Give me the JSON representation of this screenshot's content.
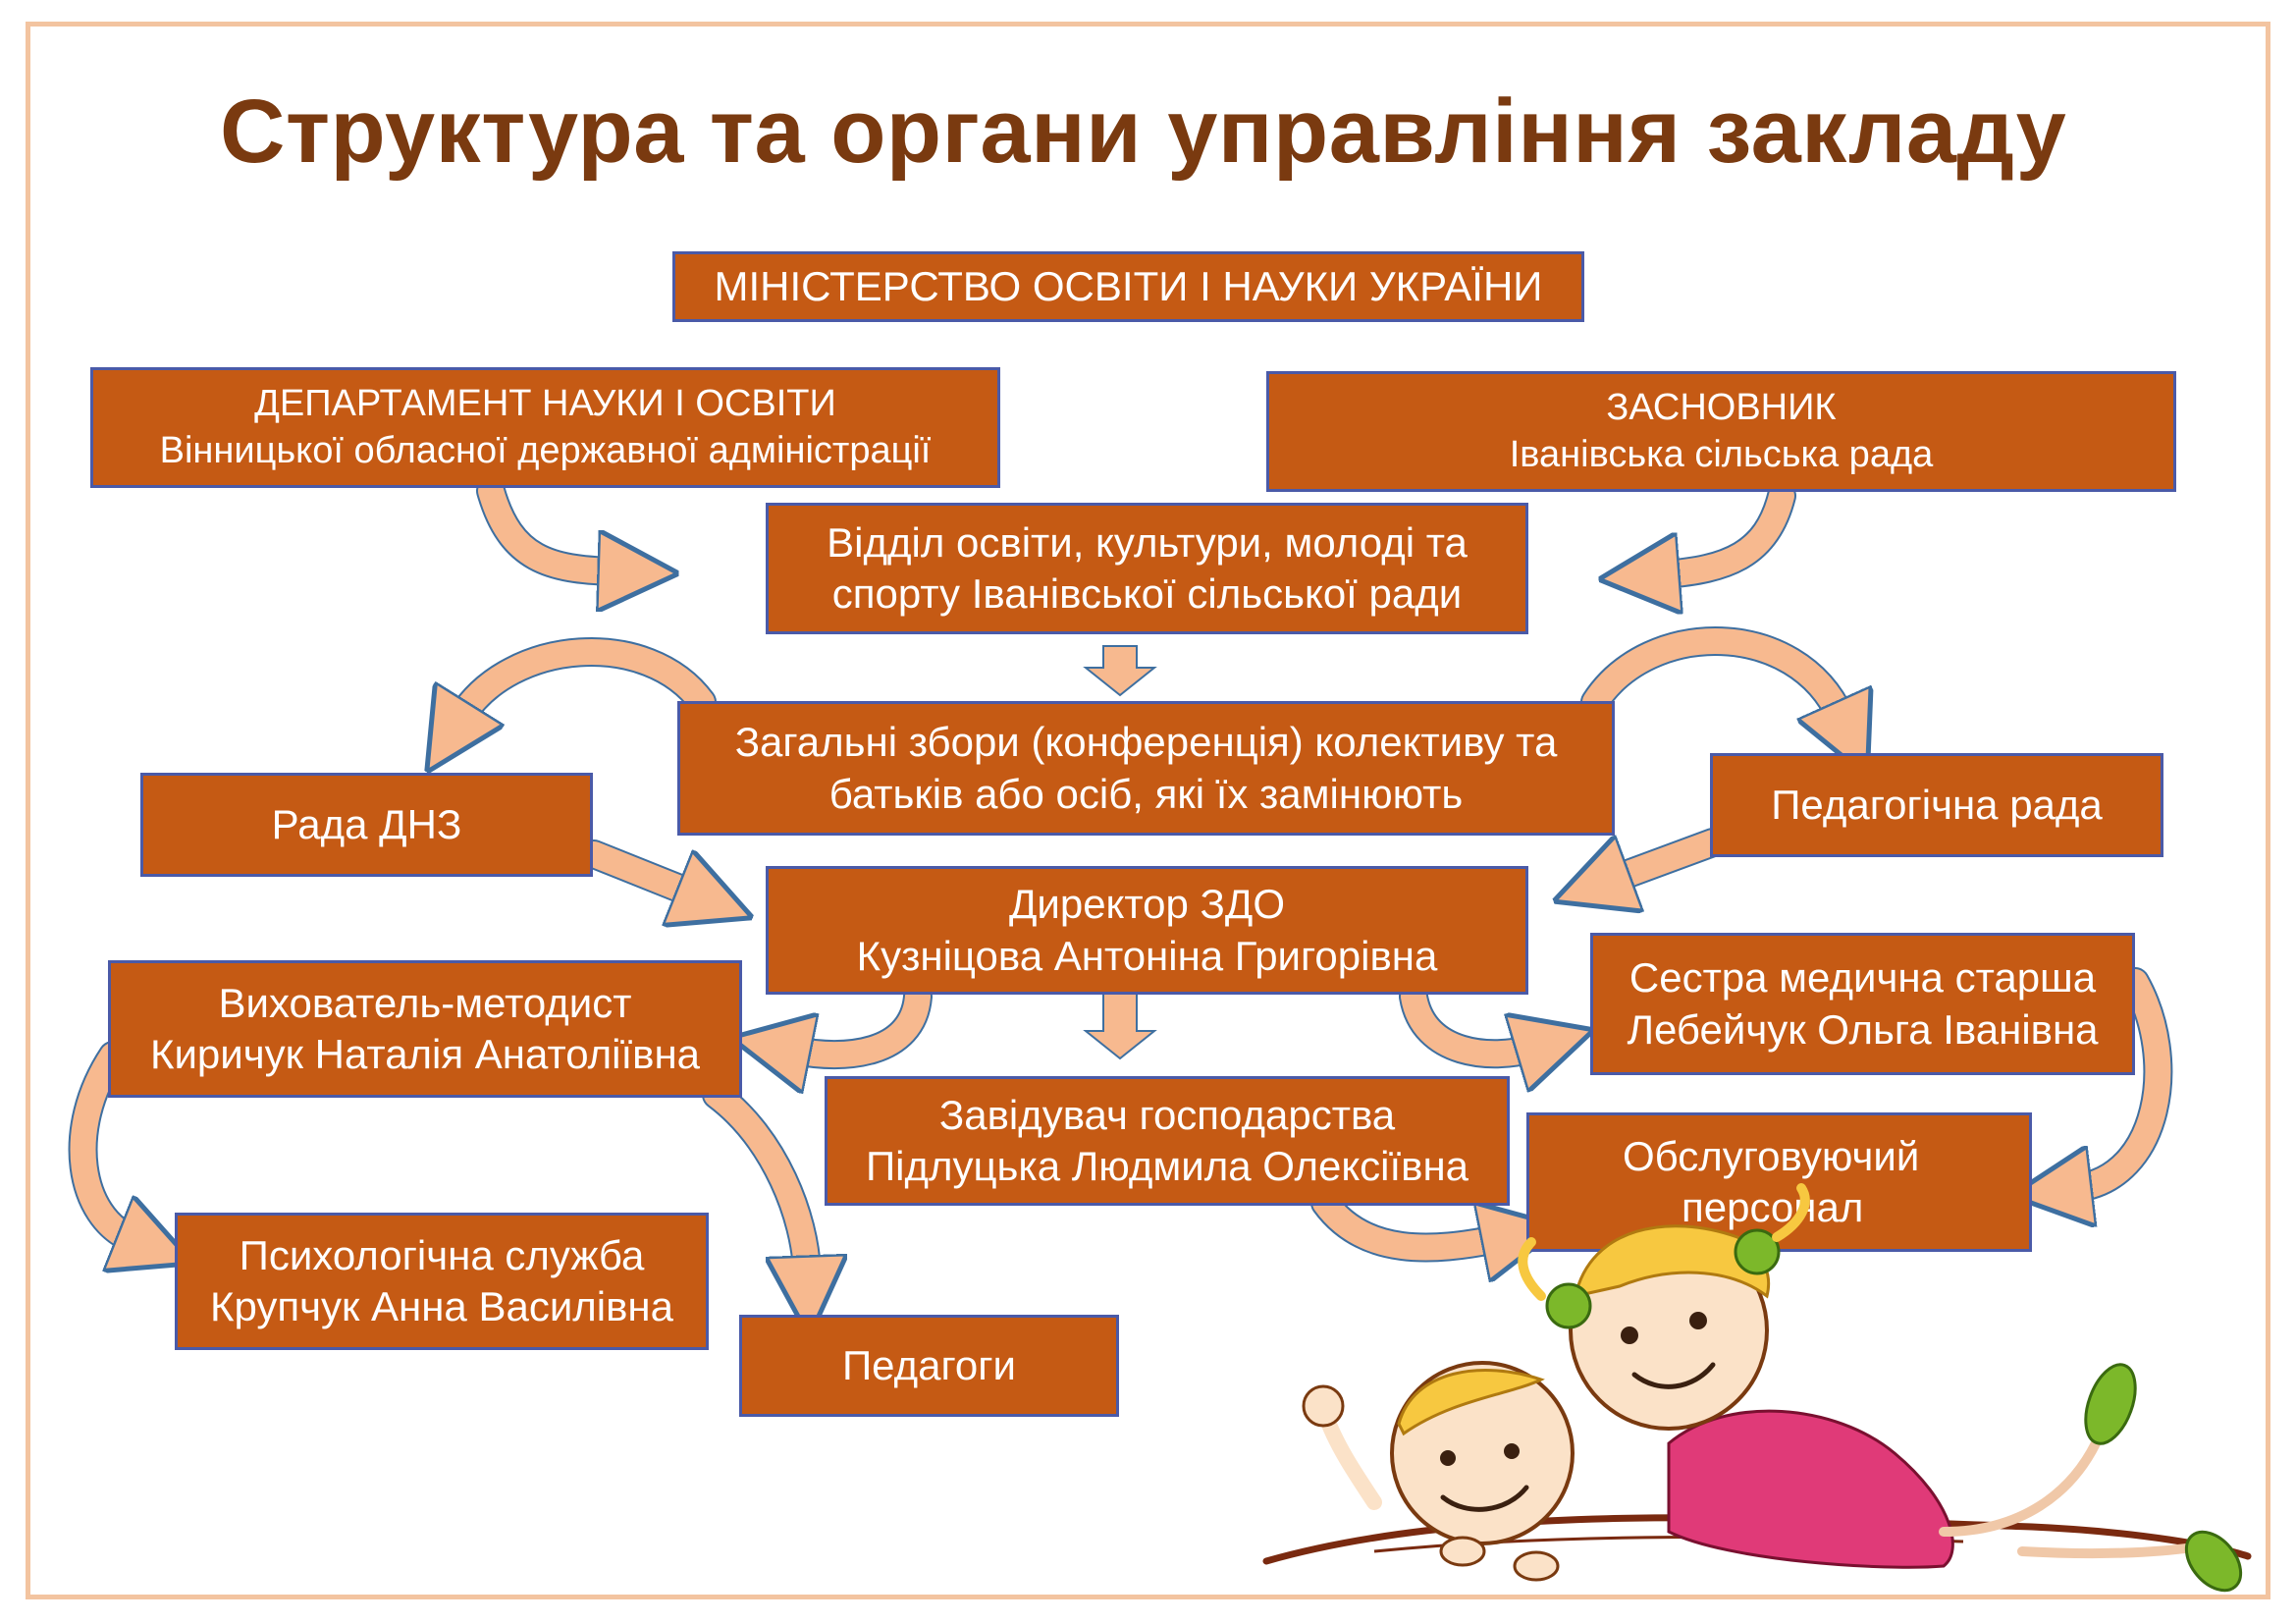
{
  "title": "Структура та органи управління закладу",
  "nodes": {
    "ministry": {
      "line1": "МІНІСТЕРСТВО ОСВІТИ І НАУКИ УКРАЇНИ"
    },
    "department": {
      "line1": "ДЕПАРТАМЕНТ НАУКИ І ОСВІТИ",
      "line2": "Вінницької обласної державної адміністрації"
    },
    "founder": {
      "line1": "ЗАСНОВНИК",
      "line2": "Іванівська сільська рада"
    },
    "education_dept": {
      "line1": "Відділ освіти, культури, молоді та",
      "line2": "спорту Іванівської сільської ради"
    },
    "general_meeting": {
      "line1": "Загальні збори (конференція) колективу та",
      "line2": "батьків або осіб, які їх замінюють"
    },
    "council": {
      "line1": "Рада ДНЗ"
    },
    "ped_council": {
      "line1": "Педагогічна рада"
    },
    "director": {
      "line1": "Директор ЗДО",
      "line2": "Кузніцова Антоніна Григорівна"
    },
    "methodist": {
      "line1": "Вихователь-методист",
      "line2": "Киричук Наталія Анатоліївна"
    },
    "nurse": {
      "line1": "Сестра медична старша",
      "line2": "Лебейчук Ольга Іванівна"
    },
    "supply": {
      "line1": "Завідувач господарства",
      "line2": "Підлуцька Людмила Олексіївна"
    },
    "service": {
      "line1": "Обслуговуючий",
      "line2": "персонал"
    },
    "psych": {
      "line1": "Психологічна служба",
      "line2": "Крупчук Анна Василівна"
    },
    "teachers": {
      "line1": "Педагоги"
    }
  },
  "colors": {
    "box_fill": "#c55a14",
    "box_border": "#4a5aa8",
    "arrow_fill": "#f7b98f",
    "arrow_stroke": "#3e6fa0",
    "title": "#7a3a10",
    "frame": "#f3c4a0"
  },
  "illustration": "children-cartoon"
}
